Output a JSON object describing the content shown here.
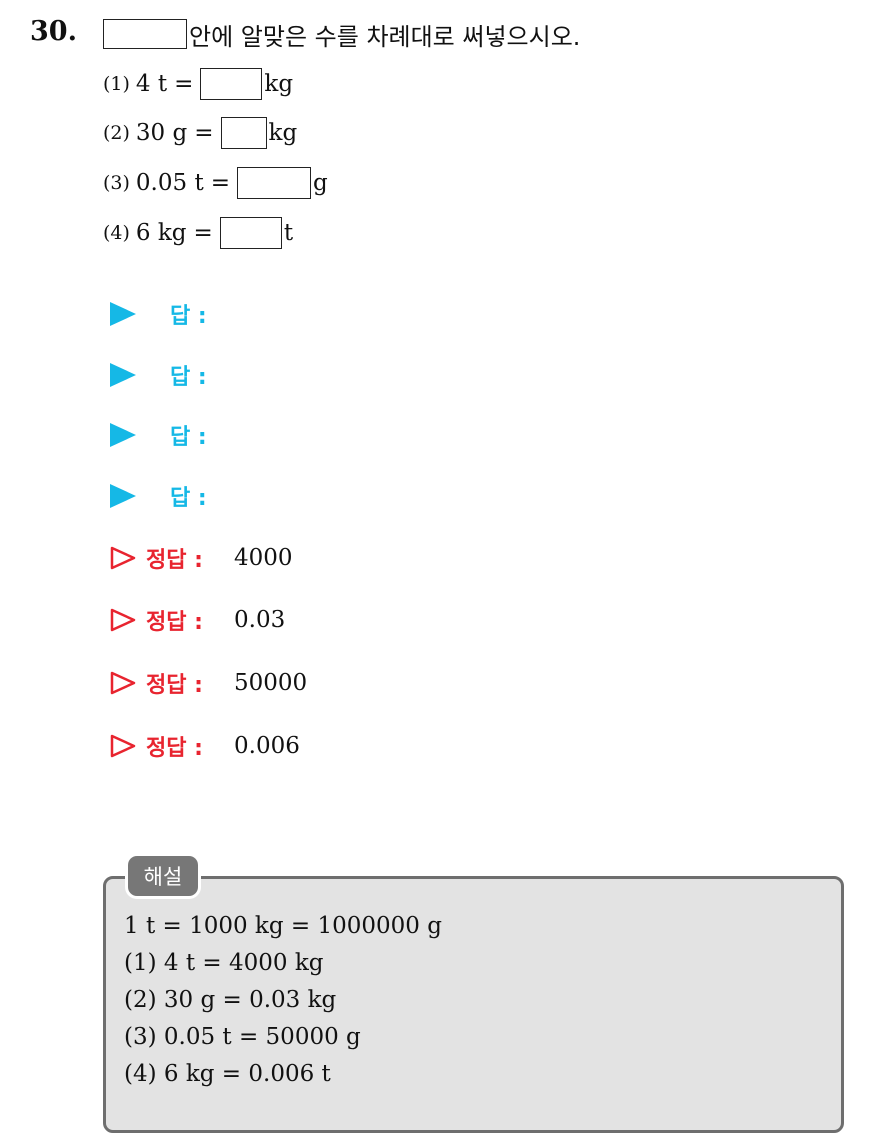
{
  "question": {
    "number": "30.",
    "instruction": "안에 알맞은 수를 차례대로 써넣으시오."
  },
  "subquestions": [
    {
      "label": "(1)",
      "lhs": "4 t",
      "op": "=",
      "unit": "kg"
    },
    {
      "label": "(2)",
      "lhs": "30 g",
      "op": "=",
      "unit": "kg"
    },
    {
      "label": "(3)",
      "lhs": "0.05 t",
      "op": "=",
      "unit": "g"
    },
    {
      "label": "(4)",
      "lhs": "6 kg",
      "op": "=",
      "unit": "t"
    }
  ],
  "answer_prompts": [
    "답 :",
    "답 :",
    "답 :",
    "답 :"
  ],
  "correct_answers": [
    {
      "label": "정답 :",
      "value": "4000"
    },
    {
      "label": "정답 :",
      "value": "0.03"
    },
    {
      "label": "정답 :",
      "value": "50000"
    },
    {
      "label": "정답 :",
      "value": "0.006"
    }
  ],
  "explanation": {
    "title": "해설",
    "lines": [
      "1 t = 1000 kg = 1000000 g",
      "(1)  4 t = 4000 kg",
      "(2)  30 g = 0.03 kg",
      "(3)  0.05 t = 50000 g",
      "(4)  6 kg = 0.006 t"
    ]
  },
  "colors": {
    "answer_blue": "#15b8e6",
    "correct_red": "#e8242f",
    "explanation_bg": "#e3e3e3",
    "explanation_border": "#6e6e6e"
  }
}
